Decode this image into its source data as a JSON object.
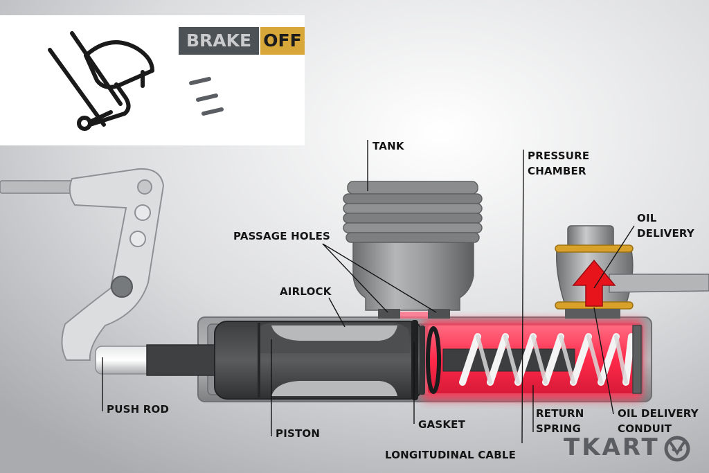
{
  "indicator": {
    "brake_label": "BRAKE",
    "state_label": "OFF",
    "brake_color": "#4d5256",
    "state_color": "#d8a739"
  },
  "labels": {
    "tank": "TANK",
    "pressure_chamber": "PRESSURE\nCHAMBER",
    "oil_delivery": "OIL\nDELIVERY",
    "passage_holes": "PASSAGE HOLES",
    "airlock": "AIRLOCK",
    "push_rod": "PUSH ROD",
    "piston": "PISTON",
    "gasket": "GASKET",
    "return_spring": "RETURN\nSPRING",
    "oil_delivery_conduit": "OIL DELIVERY\nCONDUIT",
    "longitudinal_cable": "LONGITUDINAL CABLE"
  },
  "brand": {
    "logo_text": "TKART",
    "logo_icon": "cat-face-icon"
  },
  "colors": {
    "pressure_glow": "#ff2a4a",
    "flow_arrow": "#e8141c",
    "gold_ring": "#d8a12a"
  }
}
